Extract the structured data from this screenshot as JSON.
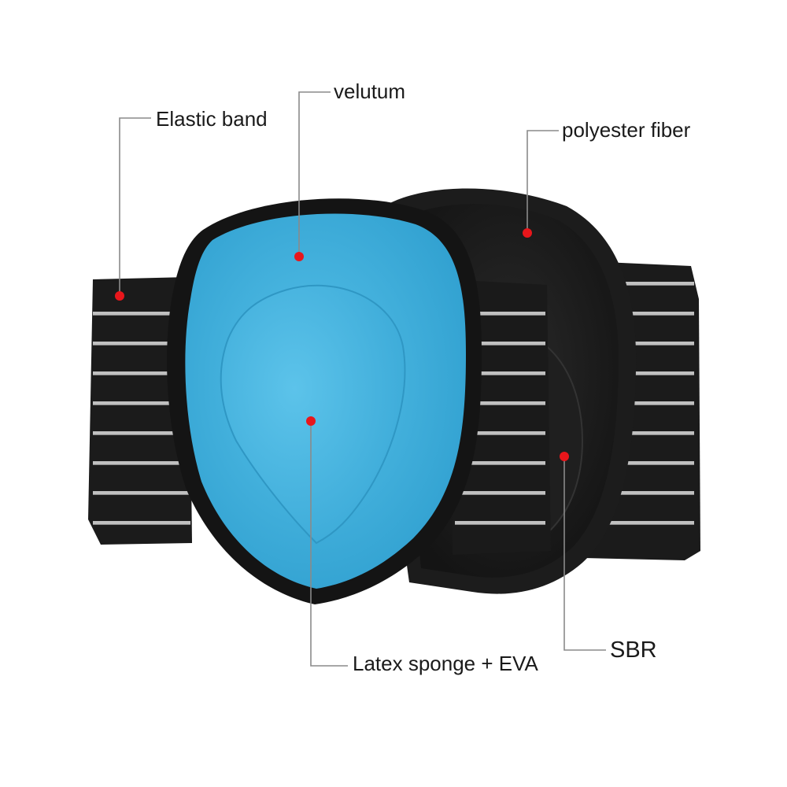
{
  "callouts": {
    "elastic_band": "Elastic band",
    "velutum": "velutum",
    "polyester_fiber": "polyester fiber",
    "latex_sponge_eva": "Latex sponge + EVA",
    "sbr": "SBR"
  },
  "colors": {
    "marker_dot": "#e8161b",
    "leader_line": "#8a8a8a",
    "velutum_blue": "#3fb0dc",
    "inner_blue": "#4fbbe4",
    "band_black": "#1b1b1b",
    "stripe_gray": "#c9c9c9"
  }
}
